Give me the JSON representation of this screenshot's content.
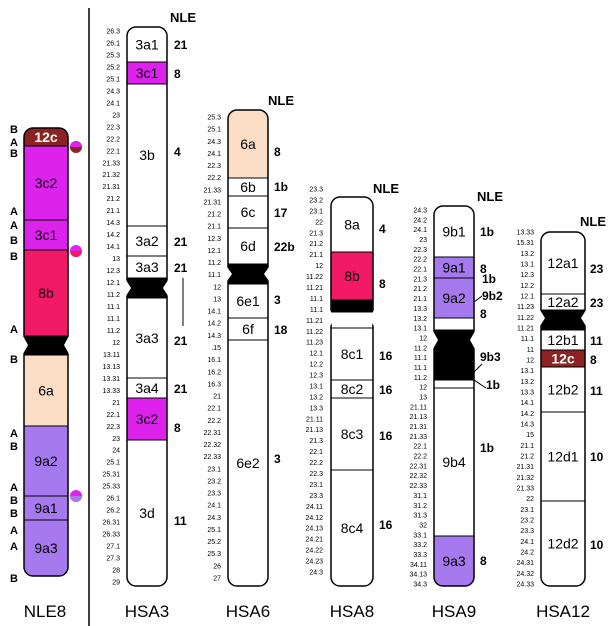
{
  "colors": {
    "magenta": "#dd22ee",
    "pink": "#f21a66",
    "peach": "#fbdcc4",
    "lavender": "#a779ee",
    "brown": "#8c2222",
    "black": "#000000",
    "white": "#ffffff"
  },
  "marker_label": "NLE",
  "chromosomes": [
    {
      "id": "nle8",
      "name": "NLE8",
      "bands": [
        {
          "label": "12c",
          "color": "brown"
        },
        {
          "label": "3c2",
          "color": "magenta"
        },
        {
          "label": "3c1",
          "color": "magenta"
        },
        {
          "label": "8b",
          "color": "pink"
        },
        {
          "label": "",
          "color": "black"
        },
        {
          "label": "6a",
          "color": "peach"
        },
        {
          "label": "9a2",
          "color": "lavender"
        },
        {
          "label": "9a1",
          "color": "lavender"
        },
        {
          "label": "9a3",
          "color": "lavender"
        }
      ],
      "ab_letters": [
        "B",
        "A",
        "B",
        "A",
        "A",
        "B",
        "B",
        "A",
        "B",
        "A",
        "B",
        "A",
        "B",
        "B",
        "A",
        "A",
        "B"
      ]
    },
    {
      "id": "hsa3",
      "name": "HSA3",
      "bands": [
        {
          "label": "3a1",
          "count": "21"
        },
        {
          "label": "3c1",
          "count": "8"
        },
        {
          "label": "3b",
          "count": "4"
        },
        {
          "label": "3a2",
          "count": "21"
        },
        {
          "label": "3a3",
          "count": "21"
        },
        {
          "label": "3a3",
          "count": "21"
        },
        {
          "label": "3a4",
          "count": "21"
        },
        {
          "label": "3c2",
          "count": "8"
        },
        {
          "label": "3d",
          "count": "11"
        }
      ],
      "ticks": [
        "26.3",
        "26.1",
        "25.3",
        "25.2",
        "25.1",
        "24.3",
        "24.1",
        "23",
        "22.3",
        "22.2",
        "22.1",
        "21.33",
        "21.32",
        "21.31",
        "21.2",
        "21.1",
        "14.3",
        "14.2",
        "14.1",
        "13",
        "12.3",
        "12.1",
        "11.2",
        "11.1",
        "11.1",
        "11.2",
        "12",
        "13.11",
        "13.13",
        "13.31",
        "13.33",
        "21",
        "22.1",
        "22.3",
        "23",
        "24",
        "25.1",
        "25.31",
        "25.33",
        "26.1",
        "26.2",
        "26.31",
        "26.33",
        "27.1",
        "27.3",
        "28",
        "29"
      ]
    },
    {
      "id": "hsa6",
      "name": "HSA6",
      "bands": [
        {
          "label": "6a",
          "count": "8"
        },
        {
          "label": "6b",
          "count": "1b"
        },
        {
          "label": "6c",
          "count": "17"
        },
        {
          "label": "6d",
          "count": "22b"
        },
        {
          "label": "6e1",
          "count": "3"
        },
        {
          "label": "6f",
          "count": "18"
        },
        {
          "label": "6e2",
          "count": "3"
        }
      ],
      "ticks": [
        "25.3",
        "25.1",
        "24.3",
        "24.1",
        "22.3",
        "22.2",
        "21.33",
        "21.31",
        "21.2",
        "21.1",
        "12.3",
        "12.1",
        "11.2",
        "11.1",
        "12",
        "13",
        "14.1",
        "14.2",
        "14.3",
        ".15",
        "16.1",
        "16.2",
        "16.3",
        "21",
        "22.1",
        "22.2",
        "22.31",
        "22.32",
        "22.33",
        "23.1",
        "23.2",
        "23.3",
        "24.1",
        "24.3",
        "25.1",
        "25.2",
        "25.3",
        "26",
        "27"
      ]
    },
    {
      "id": "hsa8",
      "name": "HSA8",
      "bands": [
        {
          "label": "8a",
          "count": "4"
        },
        {
          "label": "8b",
          "count": "8"
        },
        {
          "label": "8c1",
          "count": "16"
        },
        {
          "label": "8c2",
          "count": "16"
        },
        {
          "label": "8c3",
          "count": "16"
        },
        {
          "label": "8c4",
          "count": "16"
        }
      ],
      "ticks": [
        "23.3",
        "23.2",
        "23.1",
        "22",
        "21.3",
        "21.2",
        "21.1",
        "12",
        "11.22",
        "11.21",
        "11.1",
        "11.1",
        "11.21",
        "11.22",
        "11.23",
        "12.1",
        "12.2",
        "12.3",
        "13.1",
        "13.2",
        "13.3",
        "21.11",
        "21.13",
        "21.3",
        "22.1",
        "22.2",
        "22.3",
        "23.1",
        "23.3",
        "24.11",
        "24.12",
        "24.13",
        "24.21",
        "24.22",
        "24.23",
        "24.3"
      ]
    },
    {
      "id": "hsa9",
      "name": "HSA9",
      "bands": [
        {
          "label": "9b1",
          "count": "1b"
        },
        {
          "label": "9a1",
          "count": "8"
        },
        {
          "label": "9a2",
          "count": "8"
        },
        {
          "label": "9b4",
          "count": "1b"
        },
        {
          "label": "9a3",
          "count": "8"
        }
      ],
      "side_labels": [
        "1b",
        "9b2",
        "9b3",
        "1b"
      ],
      "ticks": [
        "24.3",
        "24.2",
        "24.1",
        "23",
        "22.3",
        "22.2",
        "22.1",
        "21.3",
        "21.2",
        "21.1",
        "13.3",
        "13.2",
        "13.1",
        "12",
        "11.2",
        "11.1",
        "11.1",
        "11.2",
        "12",
        "13",
        "21.11",
        "21.13",
        "21.31",
        "21.33",
        "22.1",
        "22.2",
        "22.31",
        "22.32",
        "22.33",
        "31.1",
        "31.2",
        "31.3",
        "32",
        "33.1",
        "33.2",
        "33.3",
        "34.11",
        "34.13",
        "34.3"
      ]
    },
    {
      "id": "hsa12",
      "name": "HSA12",
      "bands": [
        {
          "label": "12a1",
          "count": "23"
        },
        {
          "label": "12a2",
          "count": "23"
        },
        {
          "label": "12b1",
          "count": "11"
        },
        {
          "label": "12c",
          "count": "8"
        },
        {
          "label": "12b2",
          "count": "11"
        },
        {
          "label": "12d1",
          "count": "10"
        },
        {
          "label": "12d2",
          "count": "10"
        }
      ],
      "ticks": [
        "13.33",
        "15.31",
        "13.2",
        "13.1",
        "12.3",
        "12.2",
        "12.1",
        "11.23",
        "11.22",
        "11.21",
        "11.1",
        "11",
        "12",
        "13.1",
        "13.2",
        "13.3",
        "14.1",
        "14.2",
        "14.3",
        "15",
        "21.1",
        "21.2",
        "21.31",
        "21.32",
        "21.33",
        "22",
        "23.1",
        "23.2",
        "23.3",
        "24.1",
        "24.2",
        "24.31",
        "24.32",
        "24.33"
      ]
    }
  ]
}
